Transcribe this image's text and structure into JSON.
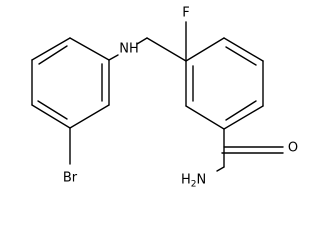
{
  "atoms": {
    "fluorine": "F",
    "amine": "NH",
    "bromine": "Br",
    "carbonyl_oxygen": "O",
    "amide_h": "H",
    "amide_h_count": "2",
    "amide_n": "N"
  }
}
